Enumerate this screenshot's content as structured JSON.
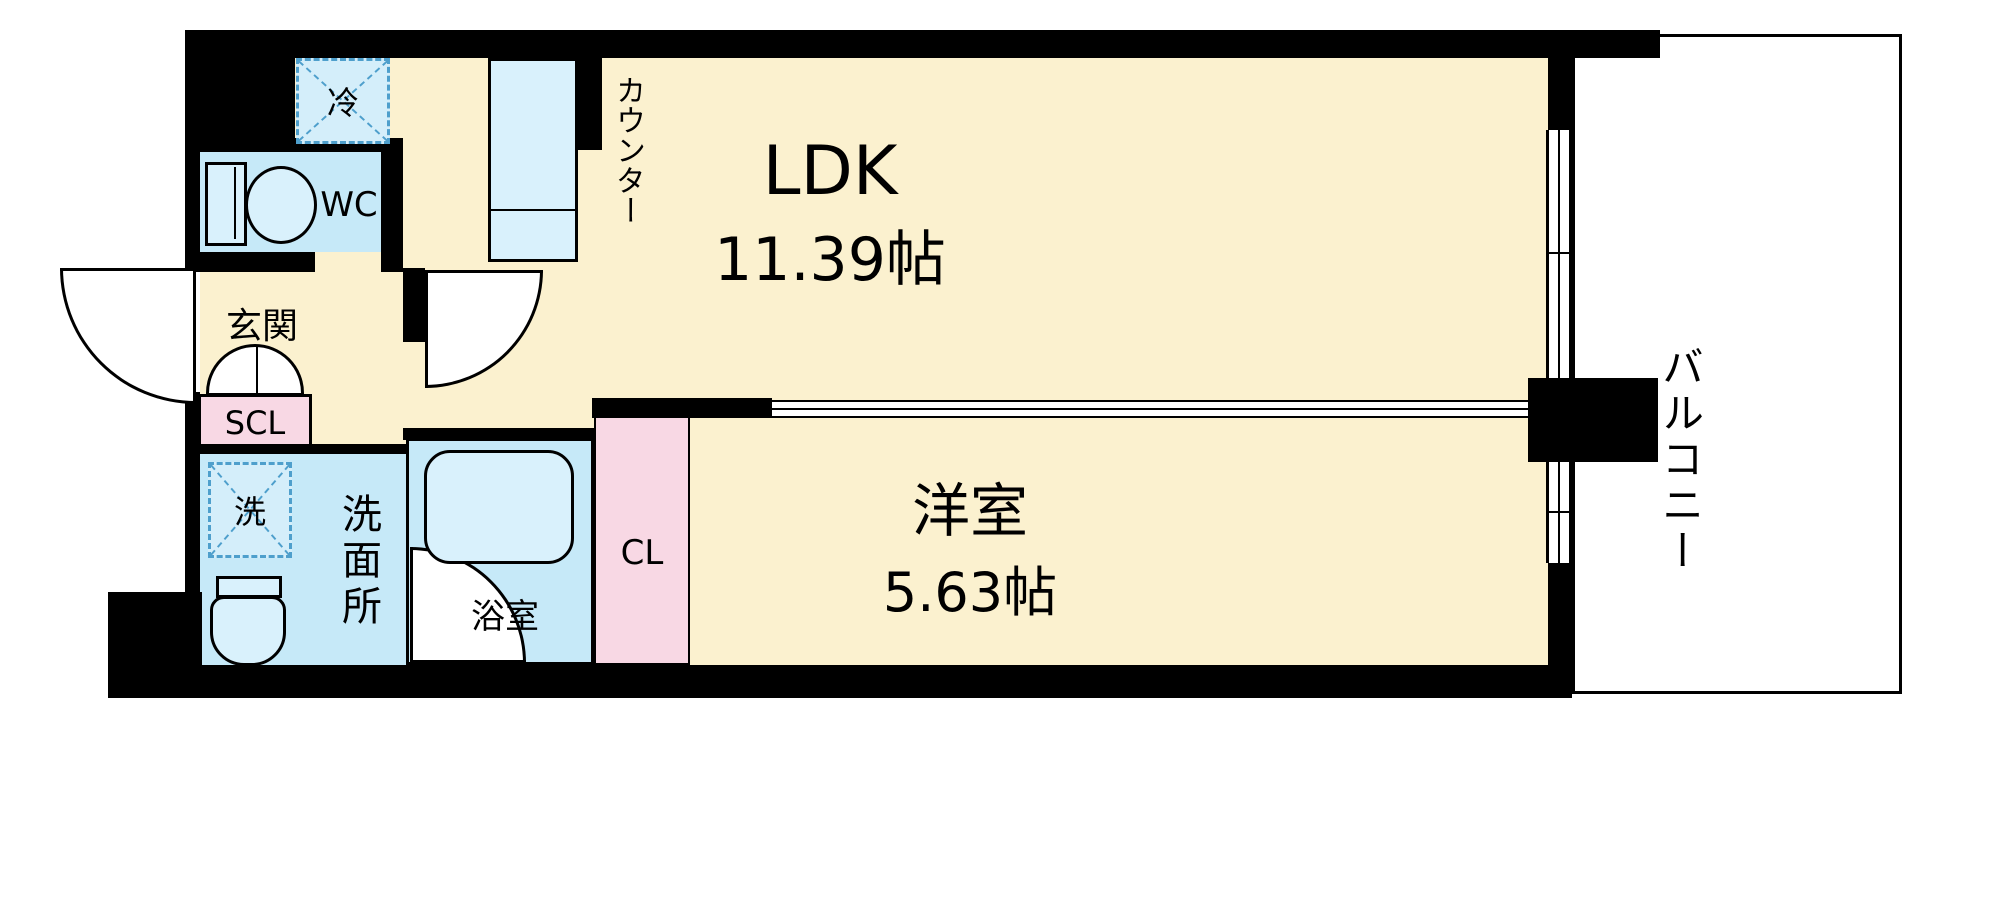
{
  "plan": {
    "rooms": {
      "ldk": {
        "label": "LDK",
        "size": "11.39帖"
      },
      "western": {
        "label": "洋室",
        "size": "5.63帖"
      },
      "balcony": {
        "label": "バルコニー"
      },
      "entrance": {
        "label": "玄関"
      },
      "shoe_closet": {
        "label": "SCL"
      },
      "toilet": {
        "label": "WC"
      },
      "washroom": {
        "label": "洗面所"
      },
      "bathroom": {
        "label": "浴室"
      },
      "closet": {
        "label": "CL"
      },
      "kitchen_counter": {
        "label": "カウンター"
      },
      "refrigerator_space": {
        "label": "冷"
      },
      "washer_space": {
        "label": "洗"
      }
    },
    "colors": {
      "wall": "#000000",
      "floor_cream": "#FBF1CF",
      "wet_area_blue": "#C6E9F8",
      "closet_pink": "#F8D8E4",
      "fixture_blue": "#D9F1FC",
      "dashed_outline_blue": "#4E9FCC",
      "background": "#FFFFFF"
    }
  }
}
